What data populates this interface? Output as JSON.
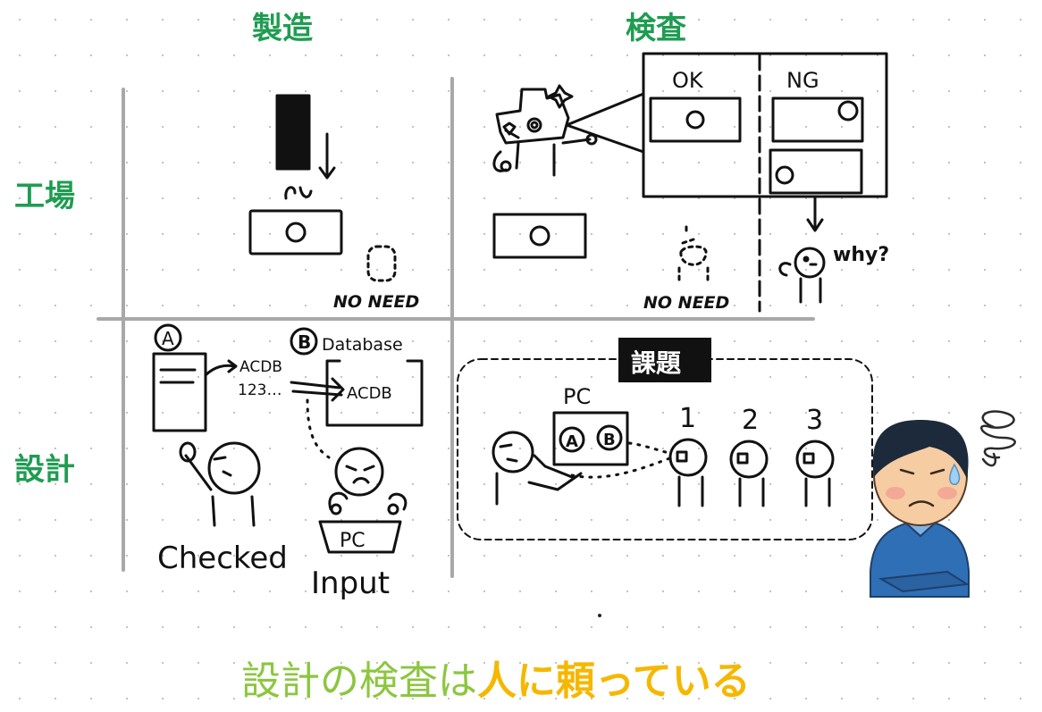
{
  "headers": {
    "col1": "製造",
    "col2": "検査",
    "row1": "工場",
    "row2": "設計"
  },
  "factory_manufacturing": {
    "no_need": "NO NEED"
  },
  "factory_inspection": {
    "ok_label": "OK",
    "ng_label": "NG",
    "no_need": "NO NEED",
    "why": "why?"
  },
  "design_manufacturing": {
    "label_a": "A",
    "label_b": "B",
    "database": "Database",
    "data_line1": "ACDB",
    "data_line2": "123…",
    "db_content": "ACDB",
    "checked": "Checked",
    "pc_label": "PC",
    "input": "Input"
  },
  "design_inspection": {
    "issue_tag": "課題",
    "pc_label": "PC",
    "chip_a": "A",
    "chip_b": "B",
    "num1": "1",
    "num2": "2",
    "num3": "3"
  },
  "subtitle": {
    "part1": "設計の検査は",
    "part2": "人に頼っている"
  }
}
